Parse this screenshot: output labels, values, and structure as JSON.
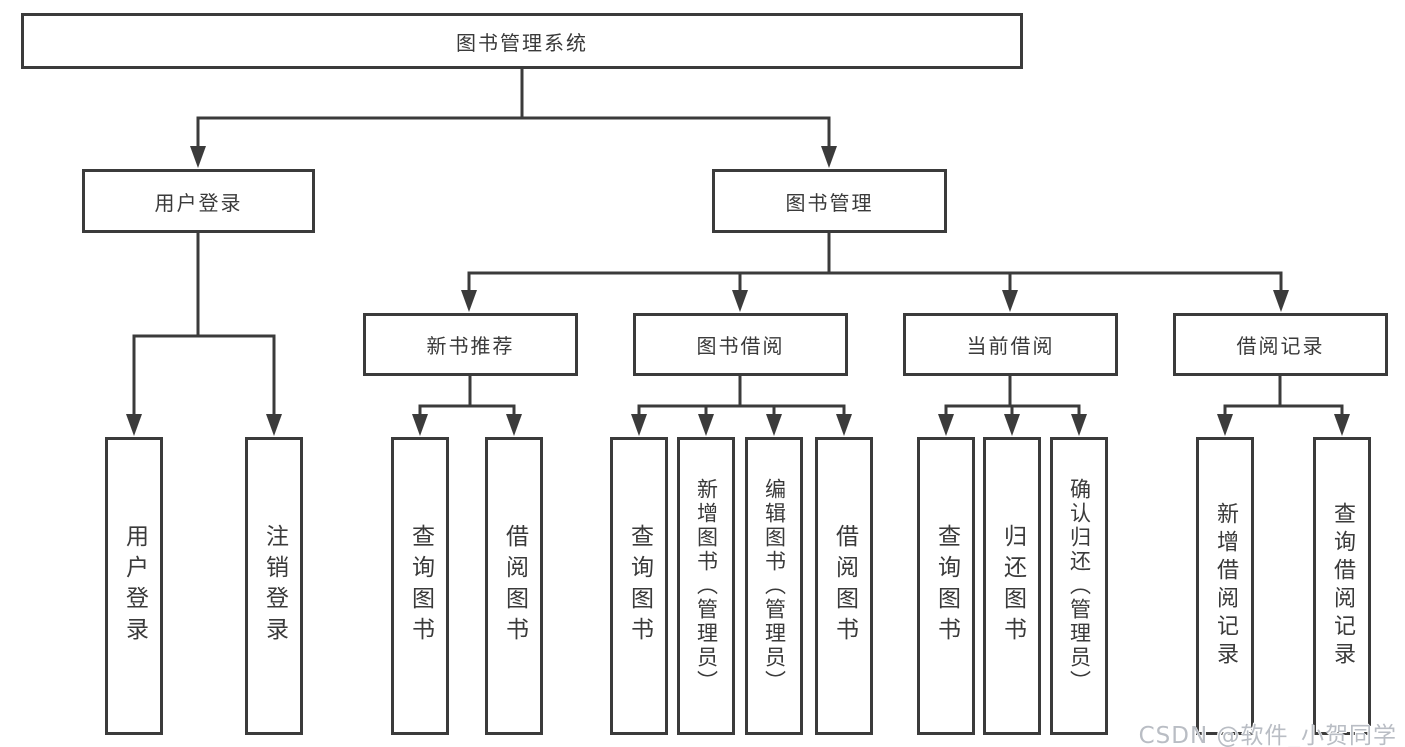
{
  "diagram": {
    "type": "hierarchy",
    "tree": {
      "label": "图书管理系统",
      "children": [
        {
          "label": "用户登录",
          "children": [
            {
              "label": "用户登录"
            },
            {
              "label": "注销登录"
            }
          ]
        },
        {
          "label": "图书管理",
          "children": [
            {
              "label": "新书推荐",
              "children": [
                {
                  "label": "查询图书"
                },
                {
                  "label": "借阅图书"
                }
              ]
            },
            {
              "label": "图书借阅",
              "children": [
                {
                  "label": "查询图书"
                },
                {
                  "label": "新增图书（管理员）"
                },
                {
                  "label": "编辑图书（管理员）"
                },
                {
                  "label": "借阅图书"
                }
              ]
            },
            {
              "label": "当前借阅",
              "children": [
                {
                  "label": "查询图书"
                },
                {
                  "label": "归还图书"
                },
                {
                  "label": "确认归还（管理员）"
                }
              ]
            },
            {
              "label": "借阅记录",
              "children": [
                {
                  "label": "新增借阅记录"
                },
                {
                  "label": "查询借阅记录"
                }
              ]
            }
          ]
        }
      ]
    }
  },
  "watermark": {
    "text": "CSDN @软件_小贺同学"
  },
  "colors": {
    "line": "#3b3b3b",
    "text": "#3a3a3a",
    "background": "#ffffff",
    "watermark": "#b9bdc4"
  }
}
